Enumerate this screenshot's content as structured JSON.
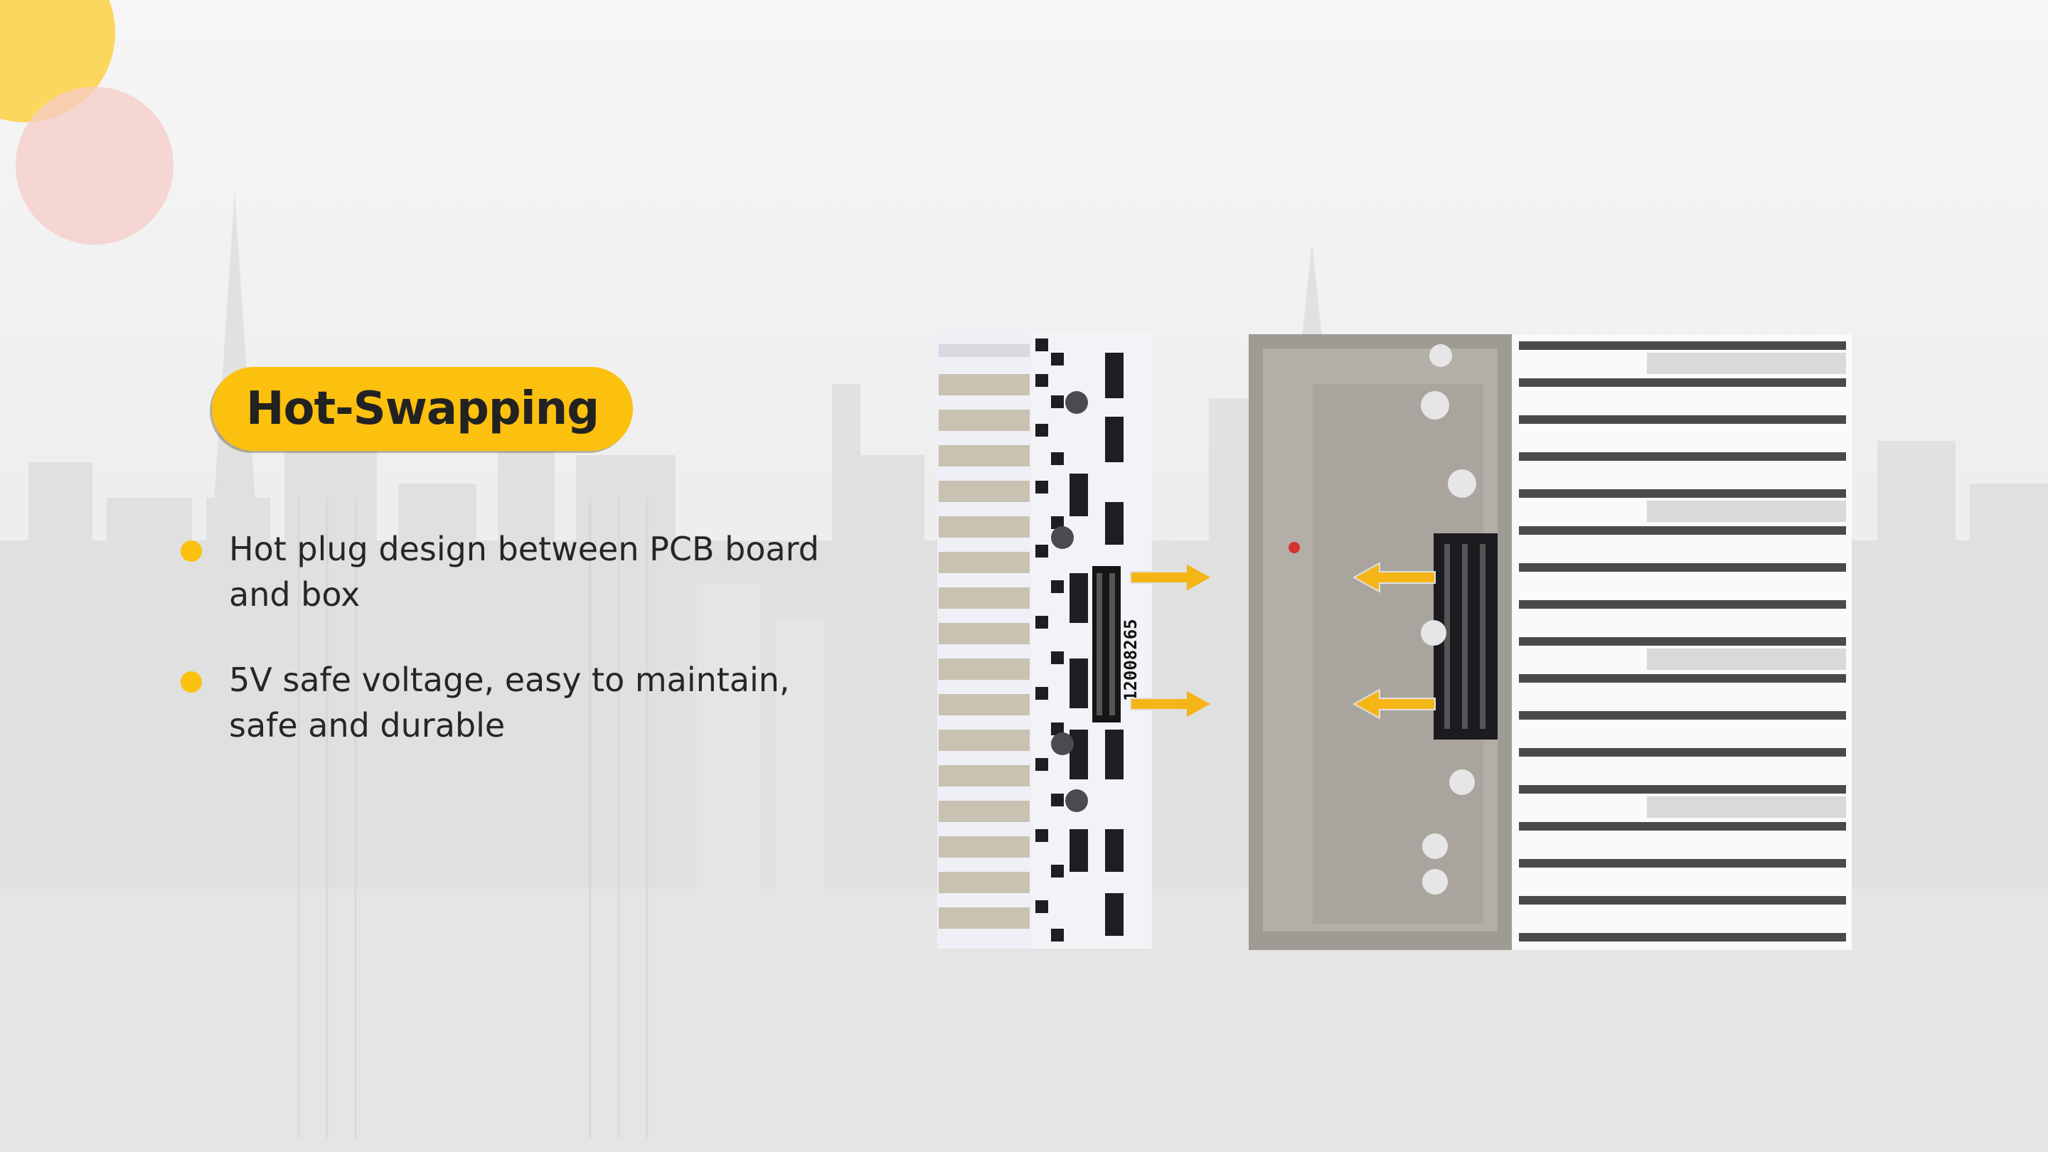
{
  "slide": {
    "title": "Hot-Swapping",
    "bullets": [
      "Hot plug design between PCB board and box",
      "5V safe voltage, easy to maintain, safe and durable"
    ]
  },
  "images": {
    "pcb_board": {
      "label_text": "12008265"
    }
  },
  "colors": {
    "accent": "#fcc00e",
    "accent_light": "#fbd75d",
    "pink": "#f6cdc8",
    "text": "#262626",
    "arrow": "#f5b517",
    "background": "#f4f4f4"
  }
}
